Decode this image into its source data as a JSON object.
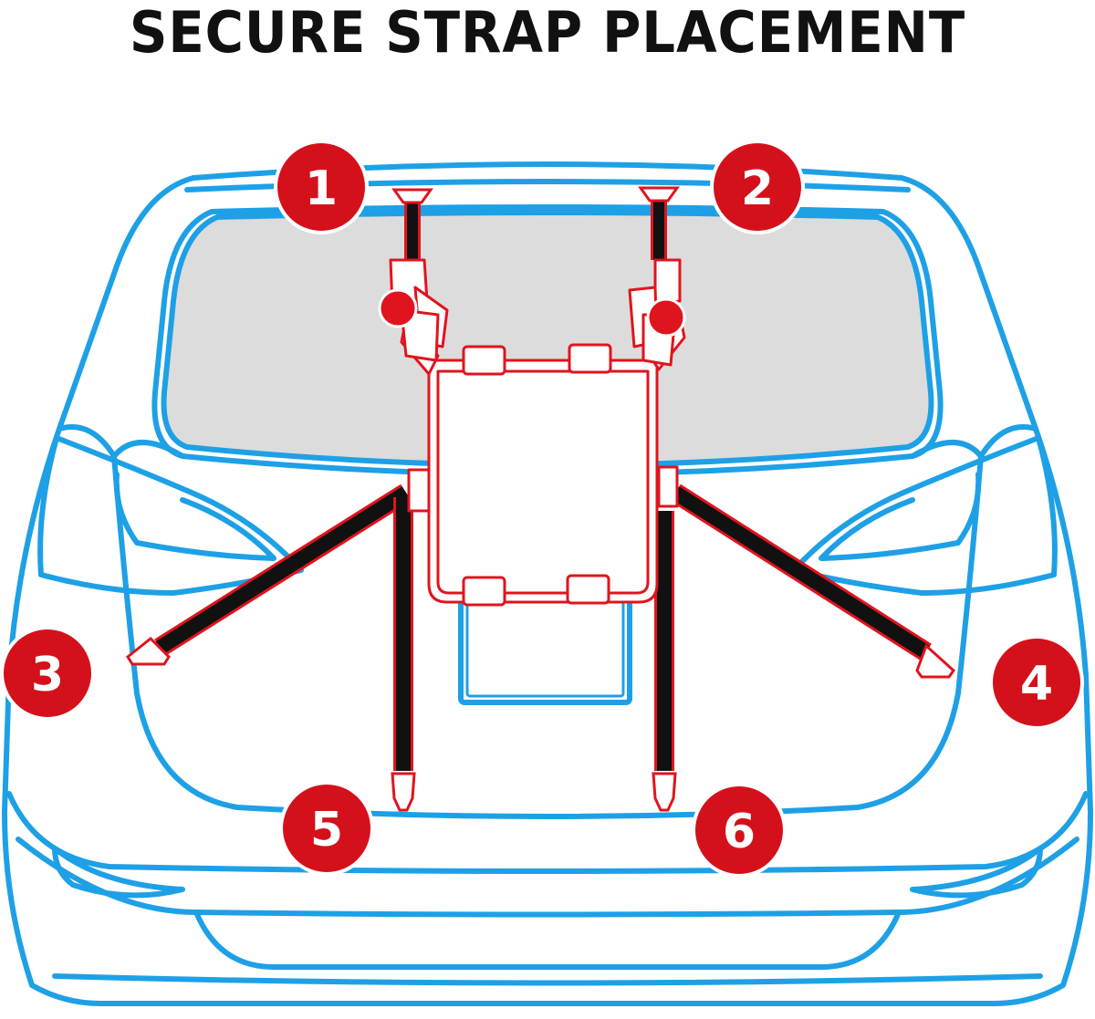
{
  "title": "SECURE STRAP PLACEMENT",
  "colors": {
    "car_outline": "#1ea0e6",
    "rack": "#e0141e",
    "strap": "#111111",
    "badge_fill": "#d4111b",
    "badge_text": "#ffffff",
    "glass": "#dcdcdc"
  },
  "badges": [
    {
      "id": "1",
      "label": "1"
    },
    {
      "id": "2",
      "label": "2"
    },
    {
      "id": "3",
      "label": "3"
    },
    {
      "id": "4",
      "label": "4"
    },
    {
      "id": "5",
      "label": "5"
    },
    {
      "id": "6",
      "label": "6"
    }
  ]
}
